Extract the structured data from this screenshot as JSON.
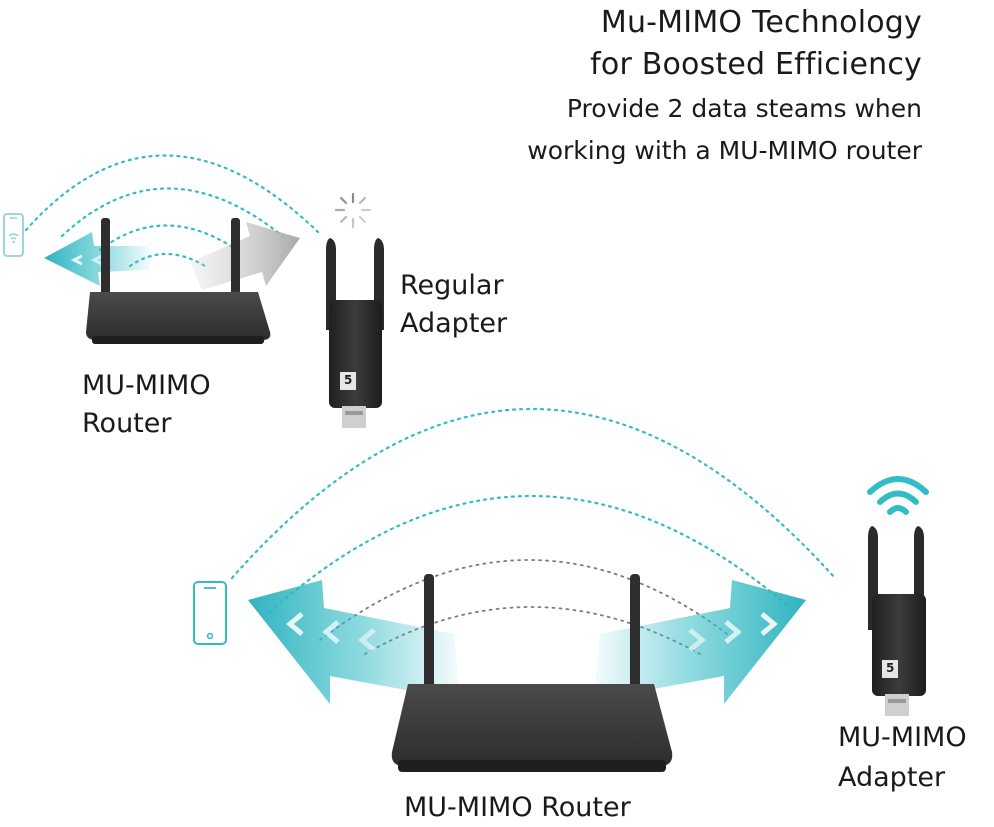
{
  "heading": {
    "line1": "Mu-MIMO Technology",
    "line2": "for Boosted Efficiency"
  },
  "subheading": {
    "line1": "Provide 2 data steams when",
    "line2": "working with a MU-MIMO router"
  },
  "labels": {
    "regular_adapter_1": "Regular",
    "regular_adapter_2": "Adapter",
    "router_top_1": "MU-MIMO",
    "router_top_2": "Router",
    "mumimo_adapter_1": "MU-MIMO",
    "mumimo_adapter_2": "Adapter",
    "router_bottom": "MU-MIMO Router"
  },
  "device_text": {
    "adapter_badge": "5"
  },
  "colors": {
    "teal": "#34bcc6",
    "teal_light": "#a8e3e7",
    "gray_arrow": "#b9b9b9",
    "device_body": "#3a3a3a",
    "text": "#1a1a1a"
  },
  "icons": [
    "phone-icon",
    "wifi-icon",
    "loading-spinner-icon",
    "router-icon",
    "usb-adapter-icon",
    "signal-arrow-icon"
  ]
}
